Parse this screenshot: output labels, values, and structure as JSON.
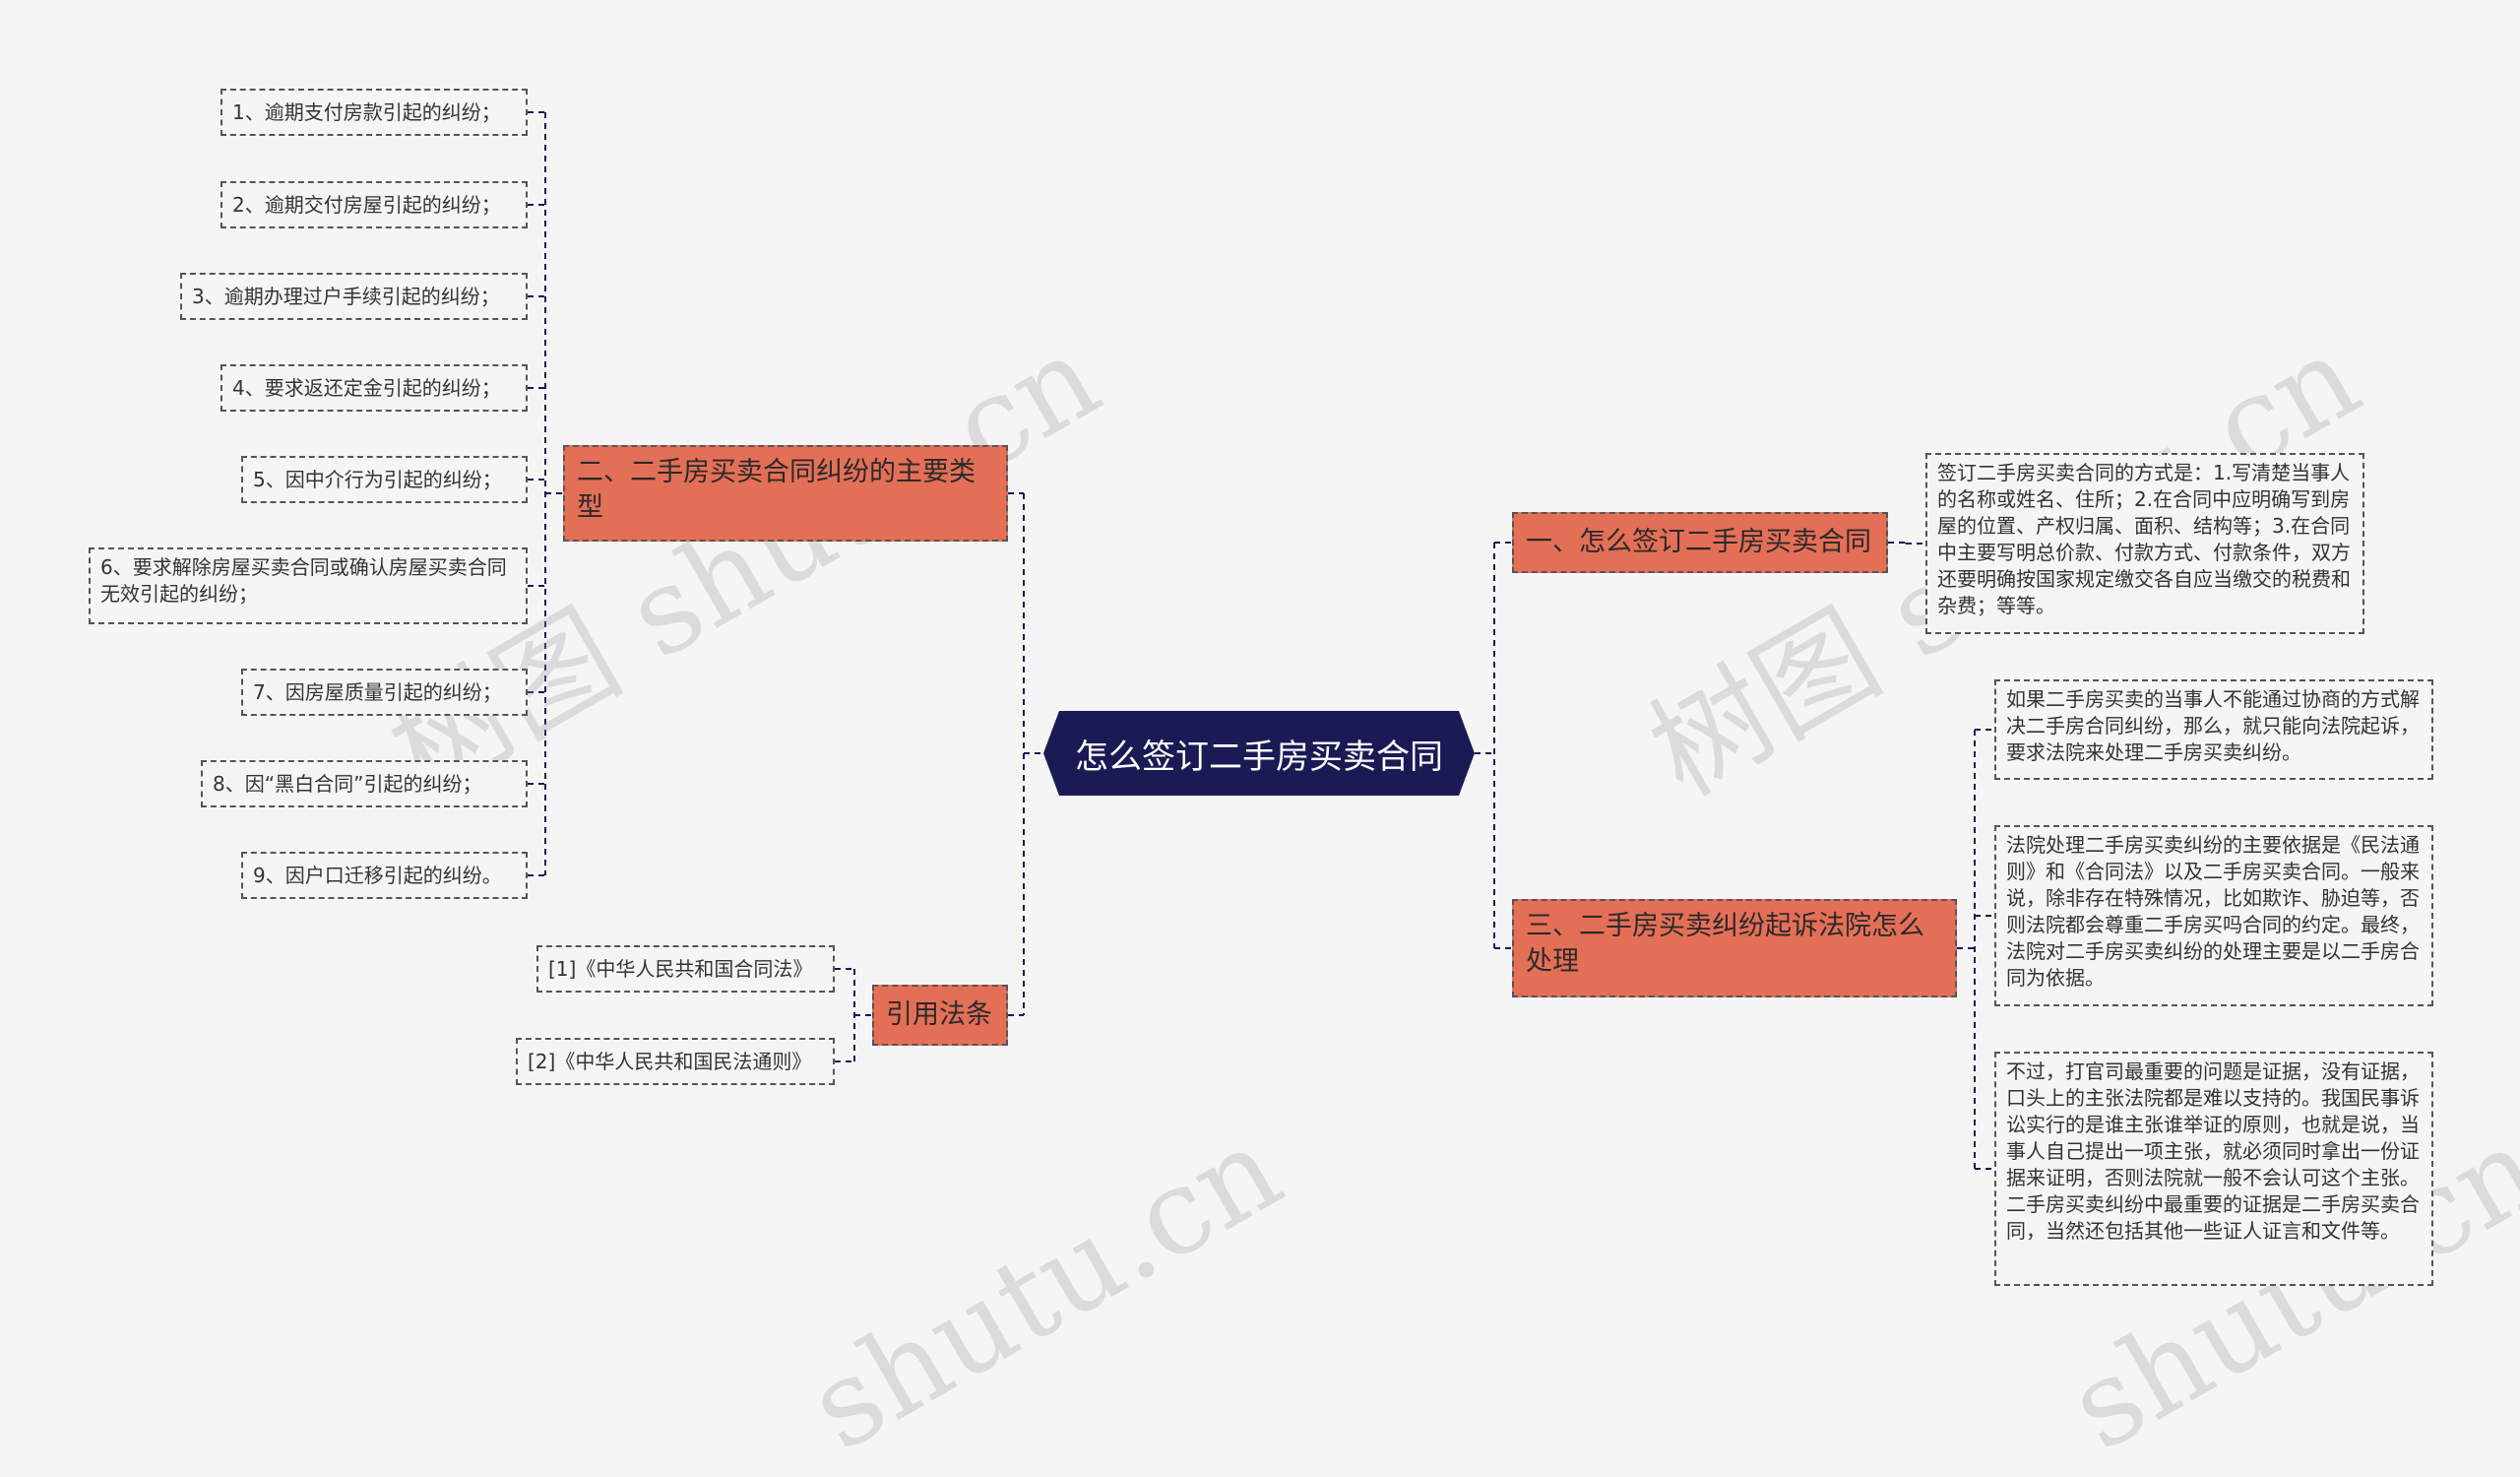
{
  "root": {
    "label": "怎么签订二手房买卖合同"
  },
  "left": {
    "types_branch": {
      "label": "二、二手房买卖合同纠纷的主要类型",
      "items": [
        "1、逾期支付房款引起的纠纷；",
        "2、逾期交付房屋引起的纠纷；",
        "3、逾期办理过户手续引起的纠纷；",
        "4、要求返还定金引起的纠纷；",
        "5、因中介行为引起的纠纷；",
        "6、要求解除房屋买卖合同或确认房屋买卖合同无效引起的纠纷；",
        "7、因房屋质量引起的纠纷；",
        "8、因“黑白合同”引起的纠纷；",
        "9、因户口迁移引起的纠纷。"
      ]
    },
    "law_branch": {
      "label": "引用法条",
      "items": [
        "[1]《中华人民共和国合同法》",
        "[2]《中华人民共和国民法通则》"
      ]
    }
  },
  "right": {
    "sign_branch": {
      "label": "一、怎么签订二手房买卖合同",
      "text": "签订二手房买卖合同的方式是：1.写清楚当事人的名称或姓名、住所；2.在合同中应明确写到房屋的位置、产权归属、面积、结构等；3.在合同中主要写明总价款、付款方式、付款条件，双方还要明确按国家规定缴交各自应当缴交的税费和杂费；等等。"
    },
    "lawsuit_branch": {
      "label": "三、二手房买卖纠纷起诉法院怎么处理",
      "items": [
        "如果二手房买卖的当事人不能通过协商的方式解决二手房合同纠纷，那么，就只能向法院起诉，要求法院来处理二手房买卖纠纷。",
        "法院处理二手房买卖纠纷的主要依据是《民法通则》和《合同法》以及二手房买卖合同。一般来说，除非存在特殊情况，比如欺诈、胁迫等，否则法院都会尊重二手房买吗合同的约定。最终，法院对二手房买卖纠纷的处理主要是以二手房合同为依据。",
        "不过，打官司最重要的问题是证据，没有证据，口头上的主张法院都是难以支持的。我国民事诉讼实行的是谁主张谁举证的原则，也就是说，当事人自己提出一项主张，就必须同时拿出一份证据来证明，否则法院就一般不会认可这个主张。二手房买卖纠纷中最重要的证据是二手房买卖合同，当然还包括其他一些证人证言和文件等。"
      ]
    }
  },
  "watermark": {
    "text": "树图 shutu.cn"
  },
  "colors": {
    "root_fill": "#1a1a55",
    "branch_fill": "#e46f57",
    "line": "#1a1a55",
    "background": "#f5f5f5"
  }
}
